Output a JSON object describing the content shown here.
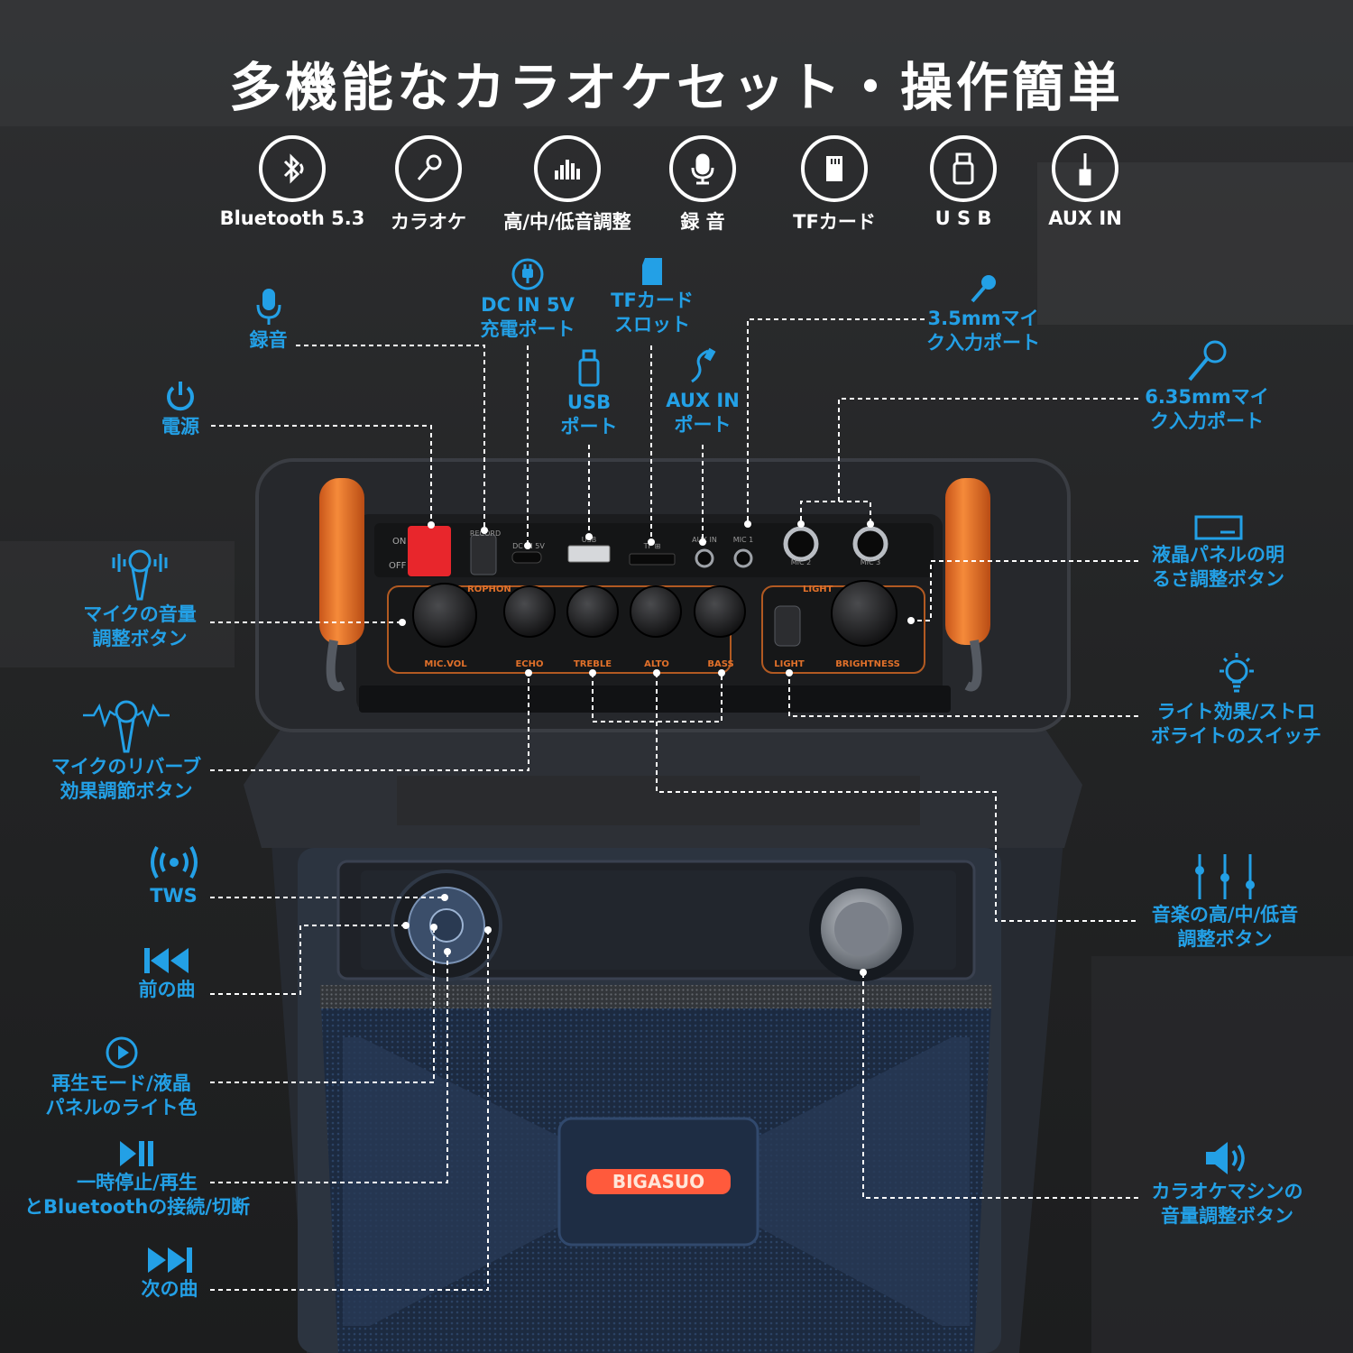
{
  "title": "多機能なカラオケセット・操作簡単",
  "brand": "BIGASUO",
  "colors": {
    "accent": "#23a0e6",
    "orange": "#f07a26",
    "power": "#e8262c",
    "panel": "#1b1c1e",
    "body": "#2b2f36",
    "grille": "#1f2e45"
  },
  "features": [
    {
      "icon": "bluetooth-icon",
      "label": "Bluetooth 5.3"
    },
    {
      "icon": "microphone-icon",
      "label": "カラオケ"
    },
    {
      "icon": "equalizer-icon",
      "label": "高/中/低音調整"
    },
    {
      "icon": "record-mic-icon",
      "label": "録 音"
    },
    {
      "icon": "sd-card-icon",
      "label": "TFカード"
    },
    {
      "icon": "usb-icon",
      "label": "U S B"
    },
    {
      "icon": "aux-jack-icon",
      "label": "AUX IN"
    }
  ],
  "callouts": {
    "record": "録音",
    "power": "電源",
    "dc_in_line1": "DC IN 5V",
    "dc_in_line2": "充電ポート",
    "tf_line1": "TFカード",
    "tf_line2": "スロット",
    "usb_line1": "USB",
    "usb_line2": "ポート",
    "aux_line1": "AUX IN",
    "aux_line2": "ポート",
    "mic35_line1": "3.5mmマイ",
    "mic35_line2": "ク入力ポート",
    "mic635_line1": "6.35mmマイ",
    "mic635_line2": "ク入力ポート",
    "mic_vol_line1": "マイクの音量",
    "mic_vol_line2": "調整ボタン",
    "lcd_bright_line1": "液晶パネルの明",
    "lcd_bright_line2": "るさ調整ボタン",
    "reverb_line1": "マイクのリバーブ",
    "reverb_line2": "効果調節ボタン",
    "light_line1": "ライト効果/ストロ",
    "light_line2": "ボライトのスイッチ",
    "tws": "TWS",
    "eq_line1": "音楽の高/中/低音",
    "eq_line2": "調整ボタン",
    "prev": "前の曲",
    "play_mode_line1": "再生モード/液晶",
    "play_mode_line2": "パネルのライト色",
    "pause_line1": "一時停止/再生",
    "pause_line2": "とBluetoothの接続/切断",
    "master_vol_line1": "カラオケマシンの",
    "master_vol_line2": "音量調整ボタン",
    "next": "次の曲"
  },
  "panel_labels": {
    "on": "ON",
    "off": "OFF",
    "record": "RECORD",
    "dc": "DC IN 5V",
    "usb": "USB",
    "tf": "TF ⊞",
    "aux": "AUX IN",
    "mic1": "MIC 1",
    "mic2": "MIC 2",
    "mic3": "MIC 3",
    "section_mic": "ROPHON",
    "section_light": "LIGHT",
    "knobs": [
      "MIC.VOL",
      "ECHO",
      "TREBLE",
      "ALTO",
      "BASS"
    ],
    "light_switch": "LIGHT",
    "brightness": "BRIGHTNESS"
  }
}
